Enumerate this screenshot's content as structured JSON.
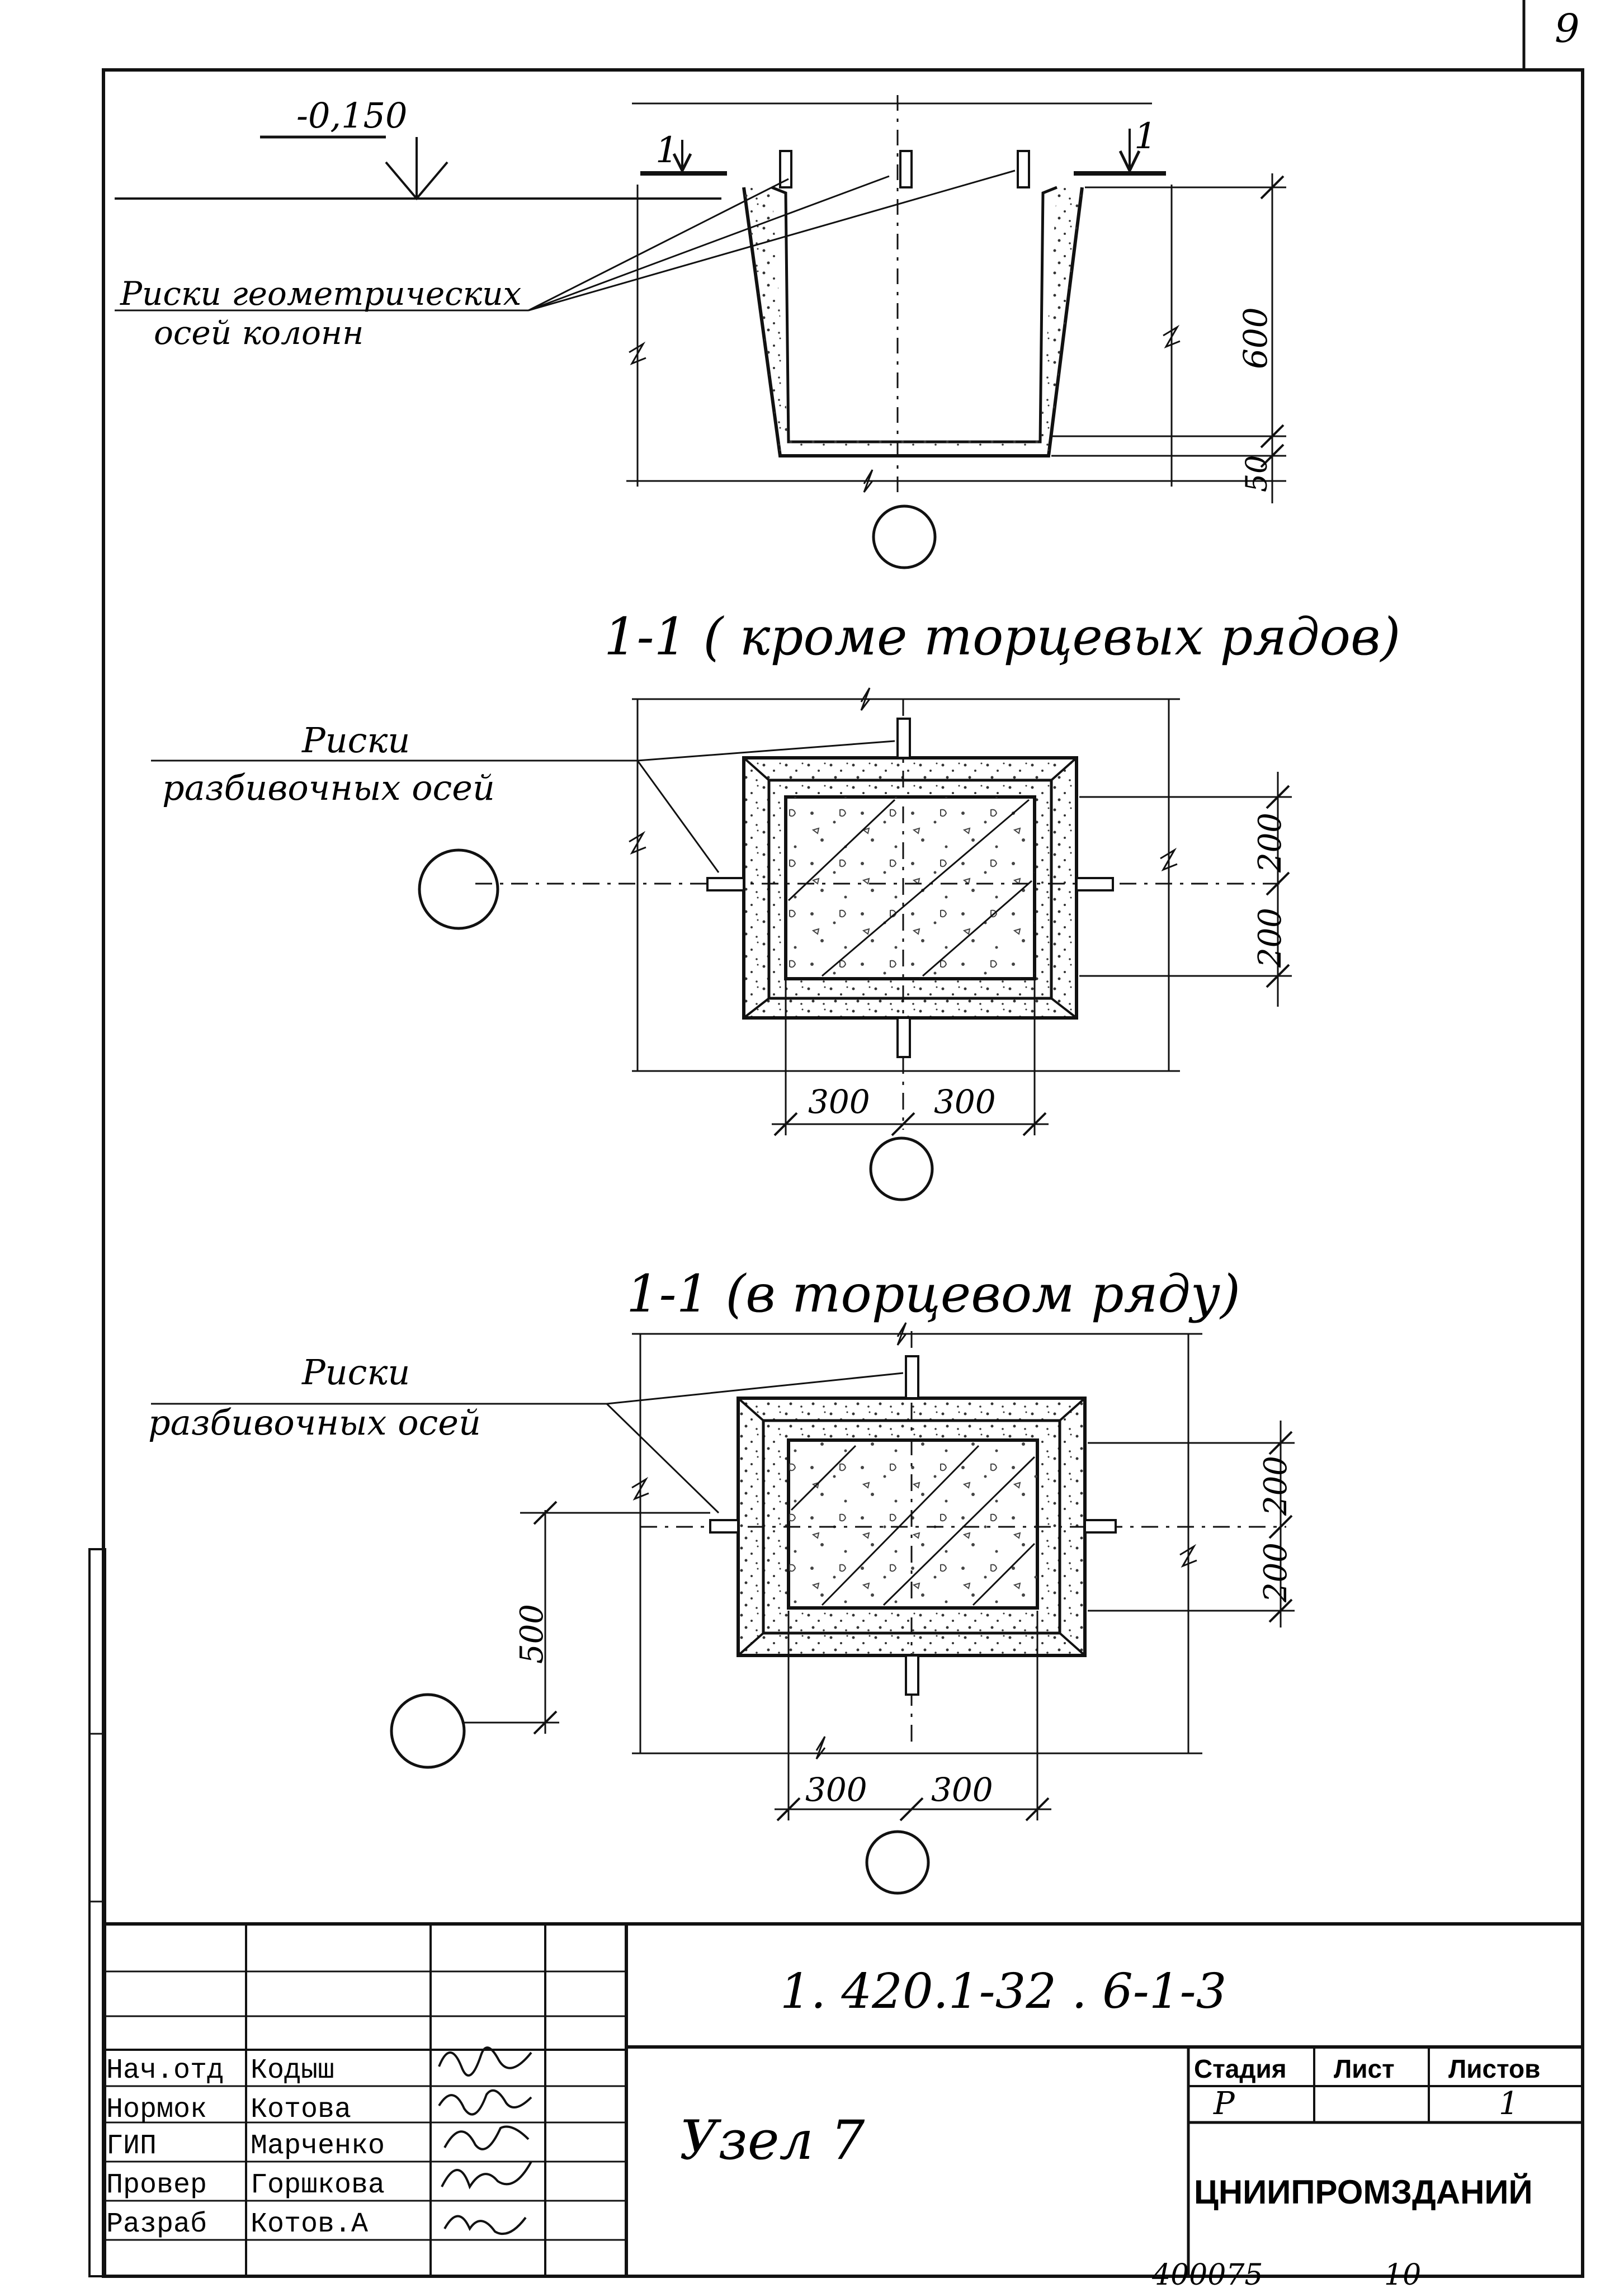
{
  "sheet_number": "9",
  "elevation": {
    "level_mark": "-0,150",
    "section_arrow_left": "1",
    "section_arrow_right": "1",
    "risks_label_line1": "Риски геометрических",
    "risks_label_line2": "осей колонн",
    "dim_height": "600",
    "dim_base": "50"
  },
  "plan1": {
    "title": "1-1 ( кроме торцевых рядов)",
    "risks_label_line1": "Риски",
    "risks_label_line2": "разбивочных осей",
    "dim_right_top": "200",
    "dim_right_bottom": "200",
    "dim_bottom_left": "300",
    "dim_bottom_right": "300"
  },
  "plan2": {
    "title": "1-1 (в торцевом ряду)",
    "risks_label_line1": "Риски",
    "risks_label_line2": "разбивочных осей",
    "dim_right_top": "200",
    "dim_right_bottom": "200",
    "dim_left": "500",
    "dim_bottom_left": "300",
    "dim_bottom_right": "300"
  },
  "title_block": {
    "doc_code": "1. 420.1-32 . 6-1-3",
    "node_title": "Узел 7",
    "stage_header": "Стадия",
    "sheet_header": "Лист",
    "sheets_header": "Листов",
    "stage_value": "Р",
    "sheets_value": "1",
    "organization": "ЦНИИПРОМЗДАНИЙ",
    "roles": [
      "Нач.отд",
      "Нормок",
      "ГИП",
      "Провер",
      "Разраб"
    ],
    "names": [
      "Кодыш",
      "Котова",
      "Марченко",
      "Горшкова",
      "Котов.А"
    ]
  },
  "stamp_number": "400075",
  "stamp_page": "10"
}
